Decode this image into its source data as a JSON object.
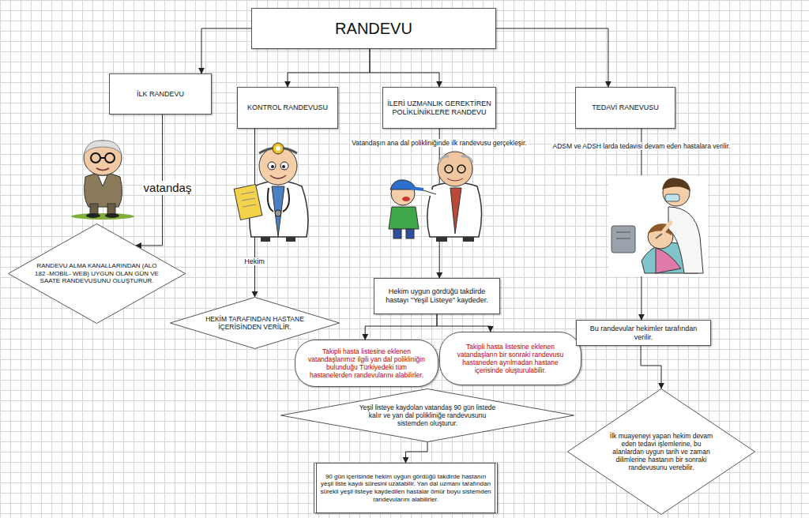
{
  "diagram": {
    "nodes": [
      {
        "text": [
          "RANDEVU"
        ]
      },
      {
        "text": [
          "İLK RANDEVU"
        ]
      },
      {
        "text": [
          "KONTROL RANDEVUSU"
        ]
      },
      {
        "text": [
          "İLERİ UZMANLIK GEREKTİREN POLİKLİNİKLERE RANDEVU"
        ]
      },
      {
        "text": [
          "TEDAVİ RANEVUSU"
        ]
      },
      {
        "text": [
          "RANDEVU ALMA KANALLARINDAN (ALO 182 -MOBİL- WEB) UYGUN OLAN GÜN VE SAATE RANDEVUSUNU OLUŞTURUR."
        ]
      },
      {
        "text": [
          "HEKİM TARAFINDAN HASTANE İÇERİSİNDEN VERİLİR."
        ]
      },
      {
        "text": [
          "Hekim uygun gördüğü takdirde hastayı ''Yeşil Listeye'' kaydeder."
        ]
      },
      {
        "text": [
          "Takipli hasta listesine eklenen vatandaşlarımız ilgili yan dal polikliniğin bulunduğu Türkiyedeki tüm hastanelerden randevularını alabilirler."
        ]
      },
      {
        "text": [
          "Takipli hasta listesine eklenen vatandaşların bir sonraki randevusu hastaneden ayrılmadan hastane içerisinde oluşturulabilir."
        ]
      },
      {
        "text": [
          "Yeşil listeye kaydolan vatandaş 90 gün listede kalır ve yan dal polikliniğe randevusunu sistemden oluşturur."
        ]
      },
      {
        "text": [
          "90 gün içerisinde hekim uygun gördüğü takdirde hastanın yeşil liste kaydı süresini uzatabilir. Yan dal uzmanı tarafından sürekli yeşil listeye kaydedilen hastalar ömür boyu sistemden randevularını alabilirler."
        ]
      },
      {
        "text": [
          "Bu randevular hekimler tarafından verilir."
        ]
      },
      {
        "text": [
          "İlk muayeneyi yapan hekim devam eden tedavi işlemlerine, bu alanlardan uygun tarih ve zaman dilimlerine hastanın bir sonraki randevusunu verebilir."
        ]
      }
    ],
    "edges": [
      {
        "from": 0,
        "to": 1,
        "arrow": "to"
      },
      {
        "from": 0,
        "to": 2,
        "arrow": "to"
      },
      {
        "from": 0,
        "to": 3,
        "arrow": "to"
      },
      {
        "from": 0,
        "to": 4,
        "arrow": "to"
      },
      {
        "from": 1,
        "to": 5,
        "label": "vatandaş",
        "arrow": "to"
      },
      {
        "from": 2,
        "to": 6,
        "label": "Hekim",
        "arrow": "to"
      },
      {
        "from": 3,
        "to": 7,
        "arrow": "to"
      },
      {
        "from": 7,
        "to": 8,
        "arrow": "to"
      },
      {
        "from": 7,
        "to": 9,
        "arrow": "to"
      },
      {
        "from": 10,
        "to": 11,
        "arrow": "to"
      },
      {
        "from": 4,
        "to": 12,
        "arrow": "to"
      },
      {
        "from": 12,
        "to": 13,
        "arrow": "to"
      }
    ],
    "labels": [
      "Vatandaşın ana dal polikliniğinde ilk randevusu gerçekleşir.",
      "ADSM ve ADSH larda tedavisi devam eden hastalara verilir."
    ]
  }
}
